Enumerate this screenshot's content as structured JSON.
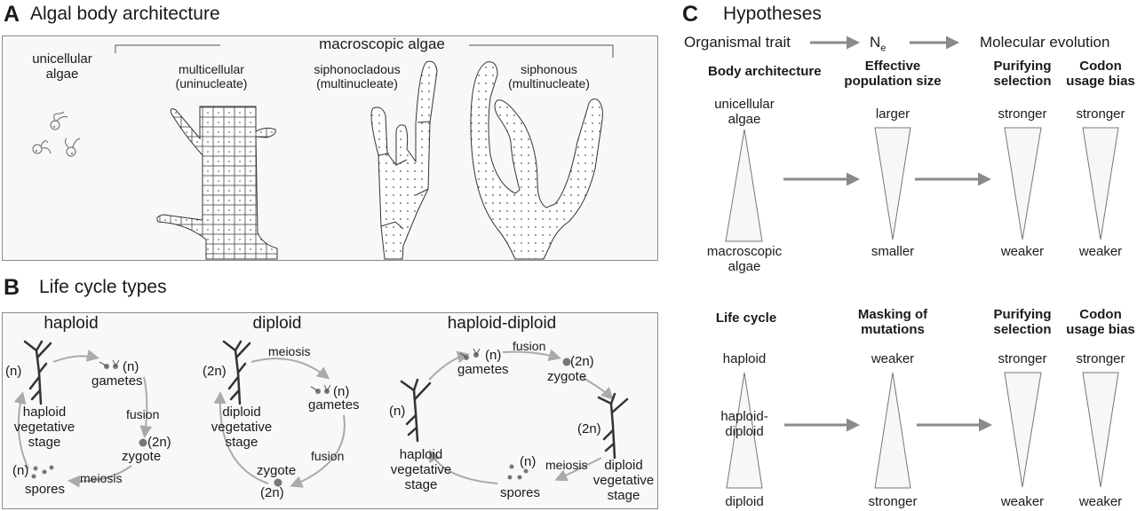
{
  "panel_a": {
    "letter": "A",
    "title": "Algal body architecture",
    "unicellular": [
      "unicellular",
      "algae"
    ],
    "macroscopic_bracket": "macroscopic algae",
    "types": [
      {
        "line1": "multicellular",
        "line2": "(uninucleate)"
      },
      {
        "line1": "siphonocladous",
        "line2": "(multinucleate)"
      },
      {
        "line1": "siphonous",
        "line2": "(multinucleate)"
      }
    ]
  },
  "panel_b": {
    "letter": "B",
    "title": "Life cycle types",
    "haploid": {
      "title": "haploid",
      "ploidy_plant": "(n)",
      "gametes": "gametes",
      "gametes_ploidy": "(n)",
      "fusion": "fusion",
      "zygote": "zygote",
      "zygote_ploidy": "(2n)",
      "meiosis": "meiosis",
      "spores": "spores",
      "spores_ploidy": "(n)",
      "stage": [
        "haploid",
        "vegetative",
        "stage"
      ]
    },
    "diploid": {
      "title": "diploid",
      "ploidy_plant": "(2n)",
      "meiosis": "meiosis",
      "gametes": "gametes",
      "gametes_ploidy": "(n)",
      "fusion": "fusion",
      "zygote": "zygote",
      "zygote_ploidy": "(2n)",
      "stage": [
        "diploid",
        "vegetative",
        "stage"
      ]
    },
    "haploid_diploid": {
      "title": "haploid-diploid",
      "gametes": "gametes",
      "gametes_ploidy": "(n)",
      "fusion": "fusion",
      "zygote": "zygote",
      "zygote_ploidy": "(2n)",
      "haploid_ploidy": "(n)",
      "diploid_ploidy": "(2n)",
      "meiosis": "meiosis",
      "spores": "spores",
      "spores_ploidy": "(n)",
      "haploid_stage": [
        "haploid",
        "vegetative",
        "stage"
      ],
      "diploid_stage": [
        "diploid",
        "vegetative",
        "stage"
      ]
    }
  },
  "panel_c": {
    "letter": "C",
    "title": "Hypotheses",
    "flow": {
      "trait": "Organismal trait",
      "ne": "N",
      "ne_sub": "e",
      "molecular": "Molecular evolution"
    },
    "row1": {
      "col1_header": "Body architecture",
      "col2_header": [
        "Effective",
        "population size"
      ],
      "col3_header": [
        "Purifying",
        "selection"
      ],
      "col4_header": [
        "Codon",
        "usage bias"
      ],
      "col1_top": [
        "unicellular",
        "algae"
      ],
      "col1_bottom": [
        "macroscopic",
        "algae"
      ],
      "col2_top": "larger",
      "col2_bottom": "smaller",
      "col3_top": "stronger",
      "col3_bottom": "weaker",
      "col4_top": "stronger",
      "col4_bottom": "weaker"
    },
    "row2": {
      "col1_header": "Life cycle",
      "col2_header": [
        "Masking of",
        "mutations"
      ],
      "col3_header": [
        "Purifying",
        "selection"
      ],
      "col4_header": [
        "Codon",
        "usage bias"
      ],
      "col1_top": "haploid",
      "col1_mid": [
        "haploid-",
        "diploid"
      ],
      "col1_bottom": "diploid",
      "col2_top": "weaker",
      "col2_bottom": "stronger",
      "col3_top": "stronger",
      "col3_bottom": "weaker",
      "col4_top": "stronger",
      "col4_bottom": "weaker"
    }
  },
  "colors": {
    "arrow": "#8a8a8a",
    "panel_border": "#8a8a8a",
    "panel_bg": "#f8f8f8",
    "triangle_fill": "#f7f7f7",
    "cycle_arrow": "#aaaaaa",
    "dot": "#777777"
  }
}
